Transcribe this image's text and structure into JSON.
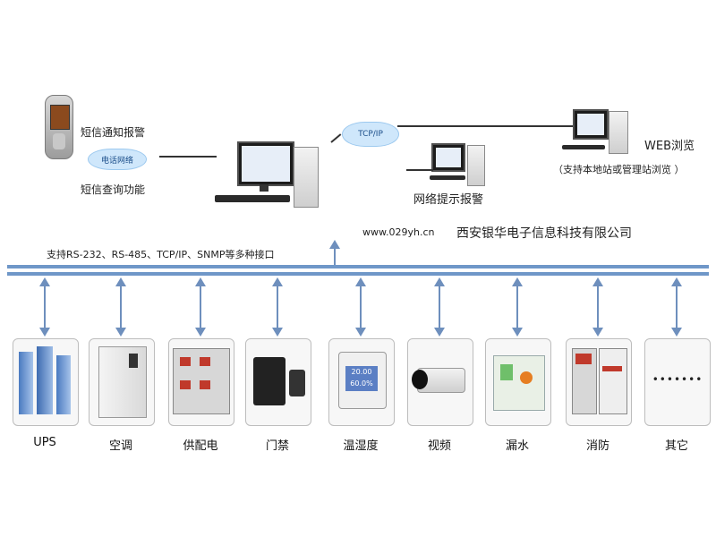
{
  "top": {
    "sms_alarm": "短信通知报警",
    "phone_network": "电话网络",
    "sms_query": "短信查询功能",
    "tcpip": "TCP/IP",
    "web_browse": "WEB浏览",
    "web_support": "（支持本地站或管理站浏览 ）",
    "network_alarm": "网络提示报警",
    "website": "www.029yh.cn",
    "company": "西安银华电子信息科技有限公司",
    "interfaces": "支持RS-232、RS-485、TCP/IP、SNMP等多种接口"
  },
  "devices": [
    {
      "label": "UPS",
      "icon": "ups-icon"
    },
    {
      "label": "空调",
      "icon": "air-conditioner-icon"
    },
    {
      "label": "供配电",
      "icon": "power-distribution-icon"
    },
    {
      "label": "门禁",
      "icon": "access-control-icon"
    },
    {
      "label": "温湿度",
      "icon": "temperature-humidity-icon"
    },
    {
      "label": "视频",
      "icon": "camera-icon"
    },
    {
      "label": "漏水",
      "icon": "water-leak-icon"
    },
    {
      "label": "消防",
      "icon": "fire-protection-icon"
    },
    {
      "label": "其它",
      "icon": "others-icon"
    }
  ],
  "sensor_display": {
    "line1": "20.00",
    "line2": "60.0%"
  },
  "others_dots": "•••••••",
  "colors": {
    "bus": "#6f97c8",
    "arrow": "#6e8fbd",
    "cloud": "#cfe7fb"
  }
}
